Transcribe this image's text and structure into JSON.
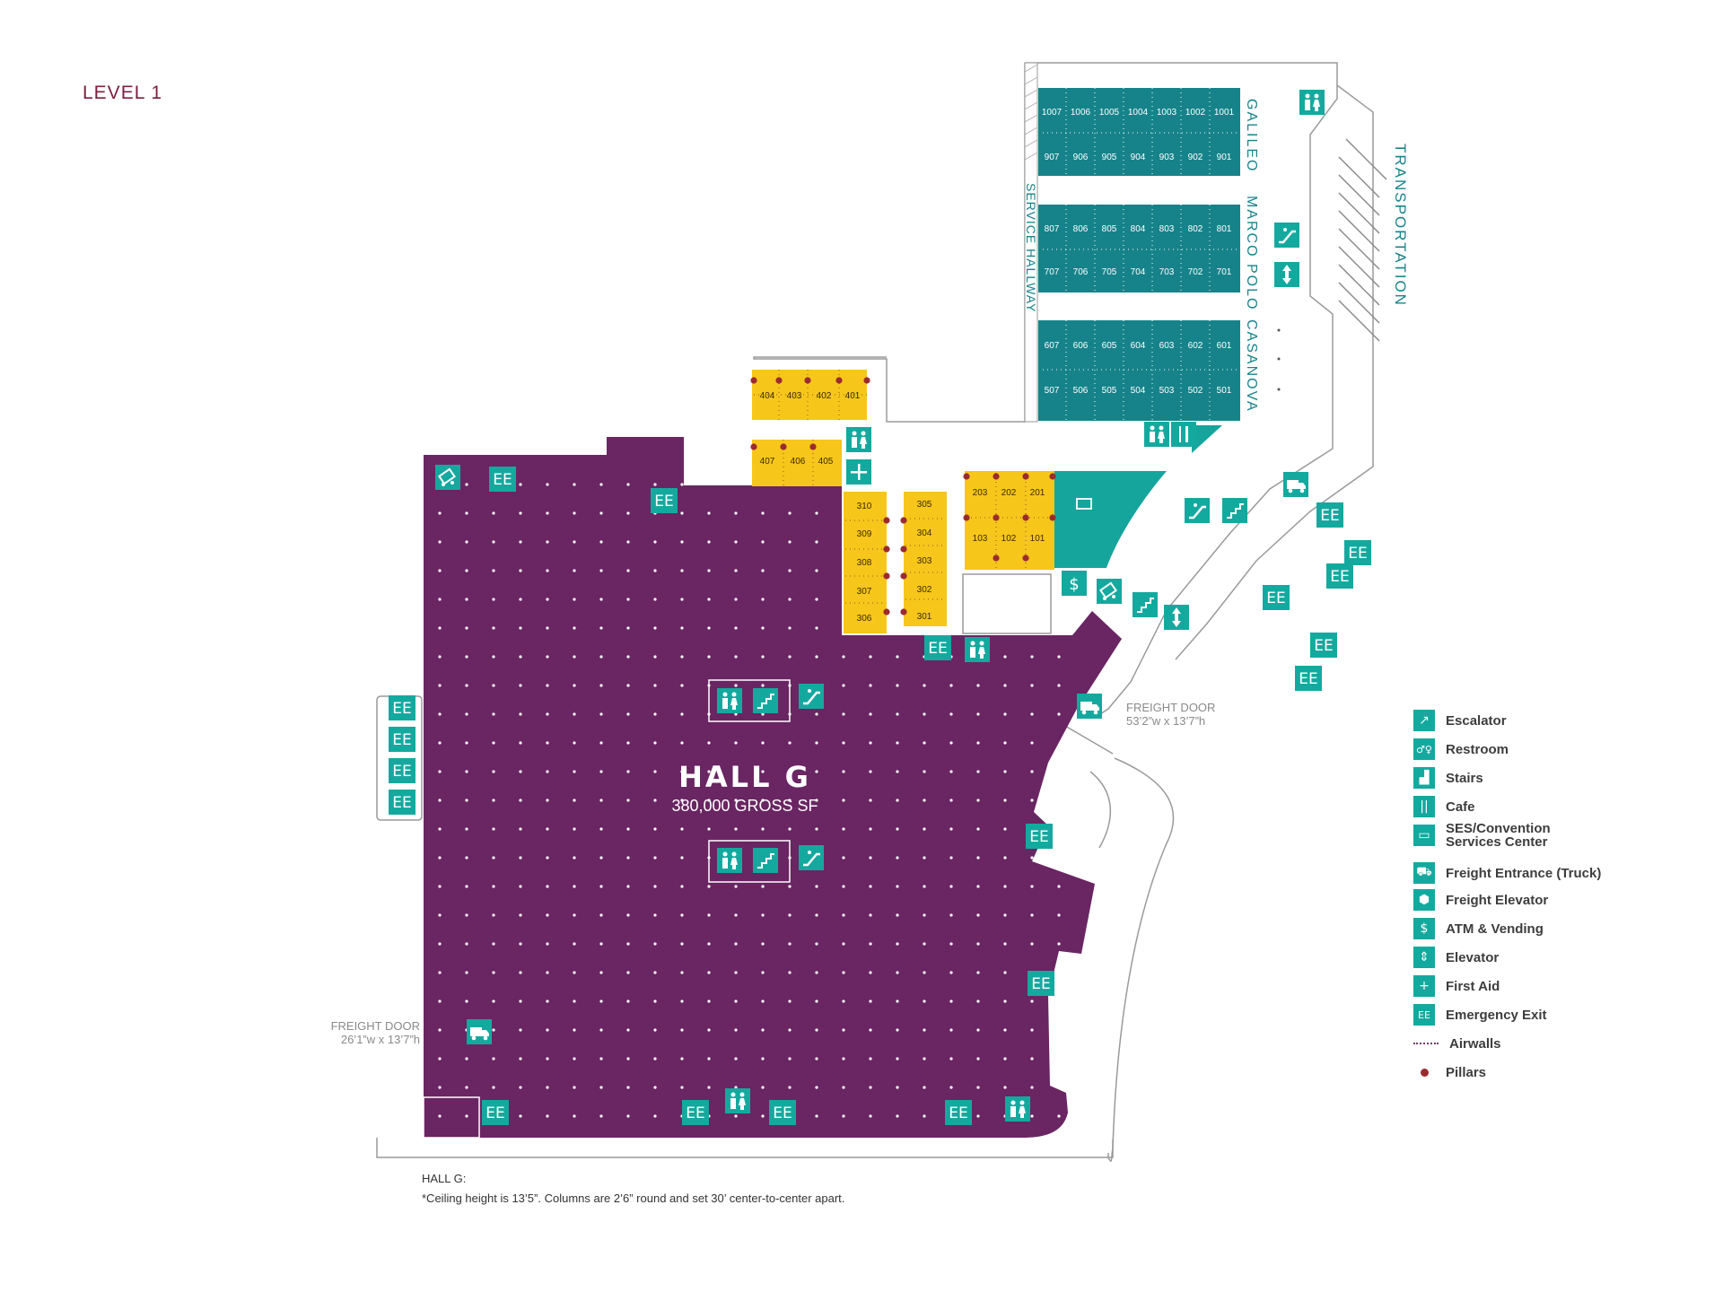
{
  "page": {
    "level_title": "LEVEL 1",
    "hall_name": "HALL G",
    "hall_area": "380,000 GROSS SF",
    "note_title": "HALL G:",
    "note_text": "*Ceiling height is 13’5”. Columns are 2’6” round and set 30’ center-to-center apart."
  },
  "labels": {
    "galileo": "GALILEO",
    "marco_polo": "MARCO POLO",
    "casanova": "CASANOVA",
    "service_hallway": "SERVICE HALLWAY",
    "transportation": "TRANSPORTATION",
    "freight_door_east_title": "FREIGHT DOOR",
    "freight_door_east_size": "53’2”w x 13’7”h",
    "freight_door_west_title": "FREIGHT DOOR",
    "freight_door_west_size": "26’1”w x 13’7”h",
    "emergency_exit": "EE"
  },
  "rooms": {
    "galileo_top": [
      "1007",
      "1006",
      "1005",
      "1004",
      "1003",
      "1002",
      "1001"
    ],
    "galileo_bottom": [
      "907",
      "906",
      "905",
      "904",
      "903",
      "902",
      "901"
    ],
    "marco_polo_top": [
      "807",
      "806",
      "805",
      "804",
      "803",
      "802",
      "801"
    ],
    "marco_polo_bottom": [
      "707",
      "706",
      "705",
      "704",
      "703",
      "702",
      "701"
    ],
    "casanova_top": [
      "607",
      "606",
      "605",
      "604",
      "603",
      "602",
      "601"
    ],
    "casanova_bottom": [
      "507",
      "506",
      "505",
      "504",
      "503",
      "502",
      "501"
    ],
    "block_400_top": [
      "404",
      "403",
      "402",
      "401"
    ],
    "block_400_bottom": [
      "407",
      "406",
      "405"
    ],
    "block_310": [
      "310",
      "309",
      "308",
      "307",
      "306"
    ],
    "block_305": [
      "305",
      "304",
      "303",
      "302",
      "301"
    ],
    "block_200": [
      "203",
      "202",
      "201"
    ],
    "block_100": [
      "103",
      "102",
      "101"
    ]
  },
  "legend": [
    {
      "icon": "escalator-icon",
      "label": "Escalator"
    },
    {
      "icon": "restroom-icon",
      "label": "Restroom"
    },
    {
      "icon": "stairs-icon",
      "label": "Stairs"
    },
    {
      "icon": "cafe-icon",
      "label": "Cafe"
    },
    {
      "icon": "services-center-icon",
      "label": "SES/Convention",
      "label2": "Services Center"
    },
    {
      "icon": "freight-truck-icon",
      "label": "Freight Entrance (Truck)"
    },
    {
      "icon": "freight-elevator-icon",
      "label": "Freight Elevator"
    },
    {
      "icon": "atm-icon",
      "label": "ATM & Vending"
    },
    {
      "icon": "elevator-icon",
      "label": "Elevator"
    },
    {
      "icon": "first-aid-icon",
      "label": "First Aid"
    },
    {
      "icon": "emergency-exit-icon",
      "label": "Emergency Exit"
    },
    {
      "icon": "airwalls-icon",
      "label": "Airwalls"
    },
    {
      "icon": "pillars-icon",
      "label": "Pillars"
    }
  ],
  "colors": {
    "hall": "#6a2563",
    "teal_room": "#16838a",
    "teal_icon": "#14a99f",
    "yellow_room": "#f6c61b",
    "pillar": "#9b2b2f",
    "title": "#7b2041"
  }
}
